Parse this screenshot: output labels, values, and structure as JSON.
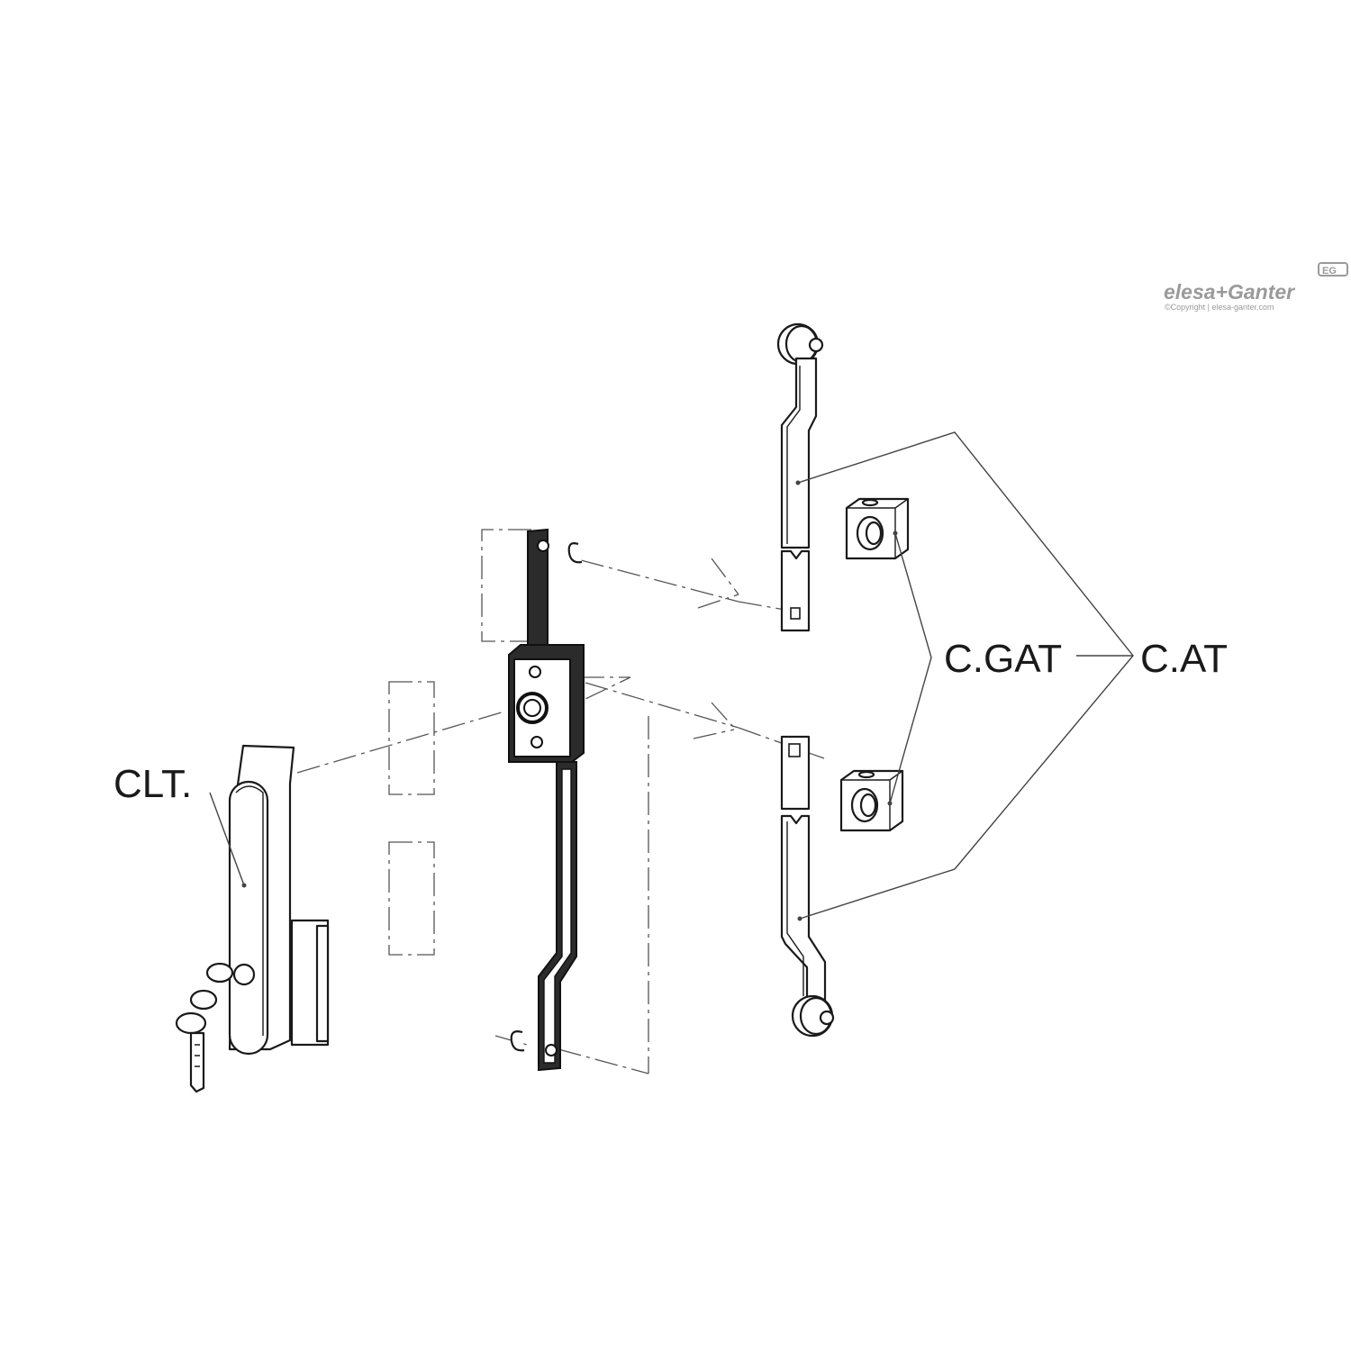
{
  "brand": {
    "logo_text": "elesa+Ganter",
    "logo_mark": "EG",
    "copyright": "©Copyright | elesa-ganter.com"
  },
  "labels": {
    "handle": "CLT.",
    "bolt_guide": "C.GAT",
    "rod_set": "C.AT"
  },
  "colors": {
    "line": "#1a1a1a",
    "logo_grey": "#9a9a9a",
    "background": "#ffffff"
  }
}
